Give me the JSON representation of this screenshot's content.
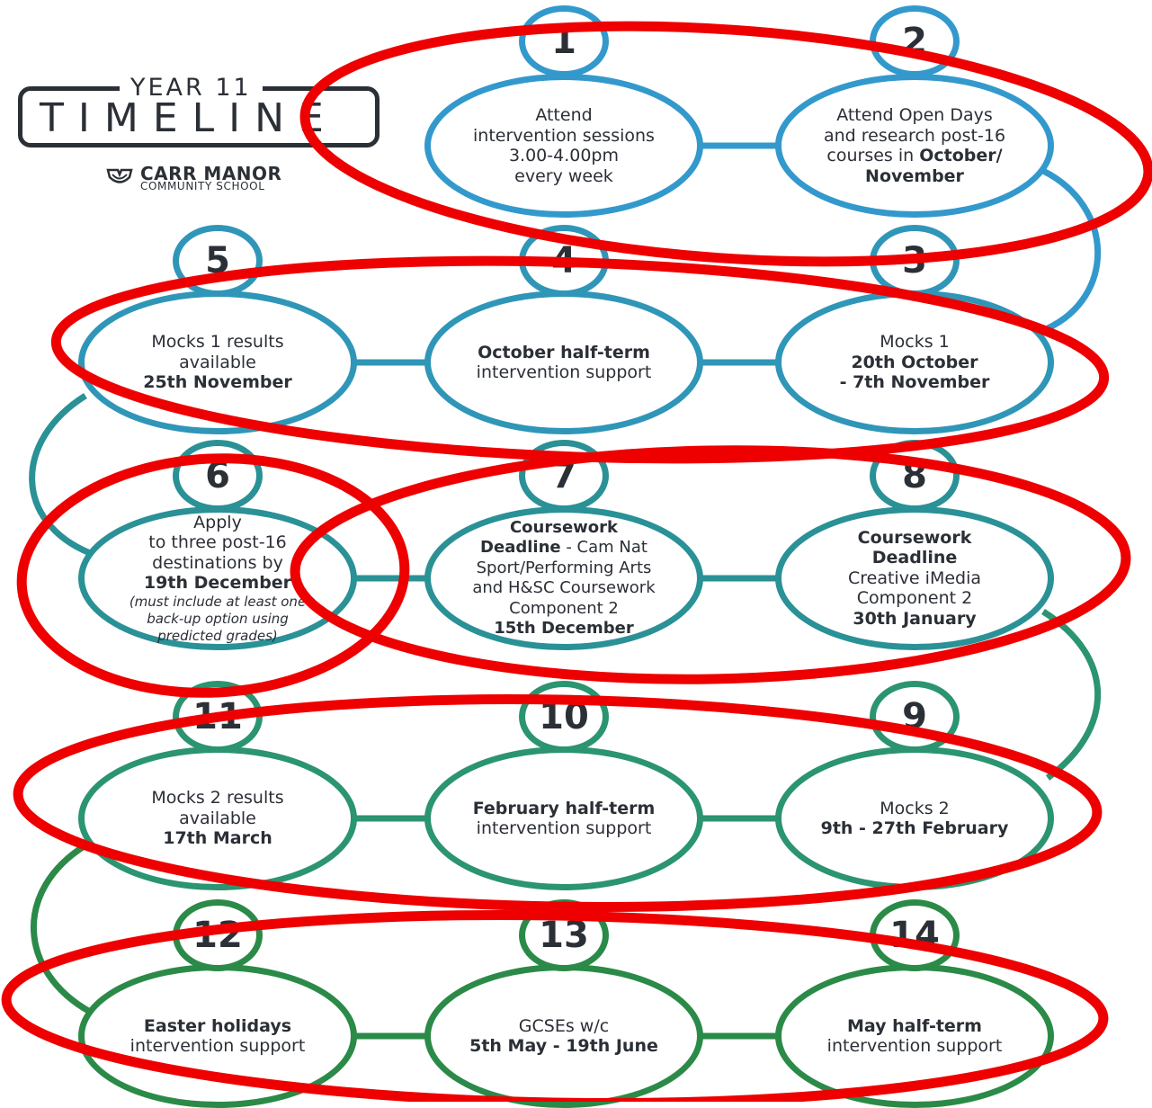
{
  "header": {
    "year_label": "YEAR 11",
    "title": "TIMELINE",
    "school_name": "CARR MANOR",
    "school_subtitle": "COMMUNITY SCHOOL"
  },
  "colors": {
    "row1": "#3399cc",
    "row2": "#2f96b8",
    "row3": "#2a9196",
    "row4": "#2b9470",
    "row5": "#2b8a48",
    "annotation": "#ee0000"
  },
  "steps": [
    {
      "number": "1",
      "lines": [
        {
          "text": "Attend"
        },
        {
          "text": "intervention sessions"
        },
        {
          "text": "3.00-4.00pm"
        },
        {
          "text": "every week"
        }
      ]
    },
    {
      "number": "2",
      "lines": [
        {
          "text": "Attend Open Days"
        },
        {
          "text": "and research post-16"
        },
        {
          "text": "courses in ",
          "strong": "October/"
        },
        {
          "text": "",
          "strong": "November"
        }
      ]
    },
    {
      "number": "3",
      "lines": [
        {
          "text": "Mocks 1"
        },
        {
          "text": "",
          "strong": "20th October"
        },
        {
          "text": "",
          "strong": "- 7th November"
        }
      ]
    },
    {
      "number": "4",
      "lines": [
        {
          "text": "",
          "strong": "October half-term"
        },
        {
          "text": "intervention support"
        }
      ]
    },
    {
      "number": "5",
      "lines": [
        {
          "text": "Mocks 1 results"
        },
        {
          "text": "available"
        },
        {
          "text": "",
          "strong": "25th November"
        }
      ]
    },
    {
      "number": "6",
      "lines": [
        {
          "text": "Apply"
        },
        {
          "text": "to three post-16"
        },
        {
          "text": "destinations by"
        },
        {
          "text": "",
          "strong": "19th December"
        },
        {
          "text": "(must include at least one",
          "small": true
        },
        {
          "text": "back-up option using",
          "small": true
        },
        {
          "text": "predicted grades)",
          "small": true
        }
      ]
    },
    {
      "number": "7",
      "lines": [
        {
          "text": "",
          "strong": "Coursework"
        },
        {
          "text": " - Cam Nat",
          "strong": "Deadline",
          "strong_first": true
        },
        {
          "text": "Sport/Performing Arts"
        },
        {
          "text": "and H&SC Coursework"
        },
        {
          "text": "Component 2"
        },
        {
          "text": "",
          "strong": "15th December"
        }
      ]
    },
    {
      "number": "8",
      "lines": [
        {
          "text": "",
          "strong": "Coursework"
        },
        {
          "text": "",
          "strong": "Deadline"
        },
        {
          "text": "Creative iMedia"
        },
        {
          "text": "Component 2"
        },
        {
          "text": "",
          "strong": "30th January"
        }
      ]
    },
    {
      "number": "9",
      "lines": [
        {
          "text": "Mocks 2"
        },
        {
          "text": "",
          "strong": "9th - 27th February"
        }
      ]
    },
    {
      "number": "10",
      "lines": [
        {
          "text": "",
          "strong": "February half-term"
        },
        {
          "text": "intervention support"
        }
      ]
    },
    {
      "number": "11",
      "lines": [
        {
          "text": "Mocks 2 results"
        },
        {
          "text": "available"
        },
        {
          "text": "",
          "strong": "17th March"
        }
      ]
    },
    {
      "number": "12",
      "lines": [
        {
          "text": "",
          "strong": "Easter holidays"
        },
        {
          "text": "intervention support"
        }
      ]
    },
    {
      "number": "13",
      "lines": [
        {
          "text": "GCSEs w/c"
        },
        {
          "text": "",
          "strong": "5th May - 19th June"
        }
      ]
    },
    {
      "number": "14",
      "lines": [
        {
          "text": "",
          "strong": "May half-term"
        },
        {
          "text": "intervention support"
        }
      ]
    }
  ]
}
